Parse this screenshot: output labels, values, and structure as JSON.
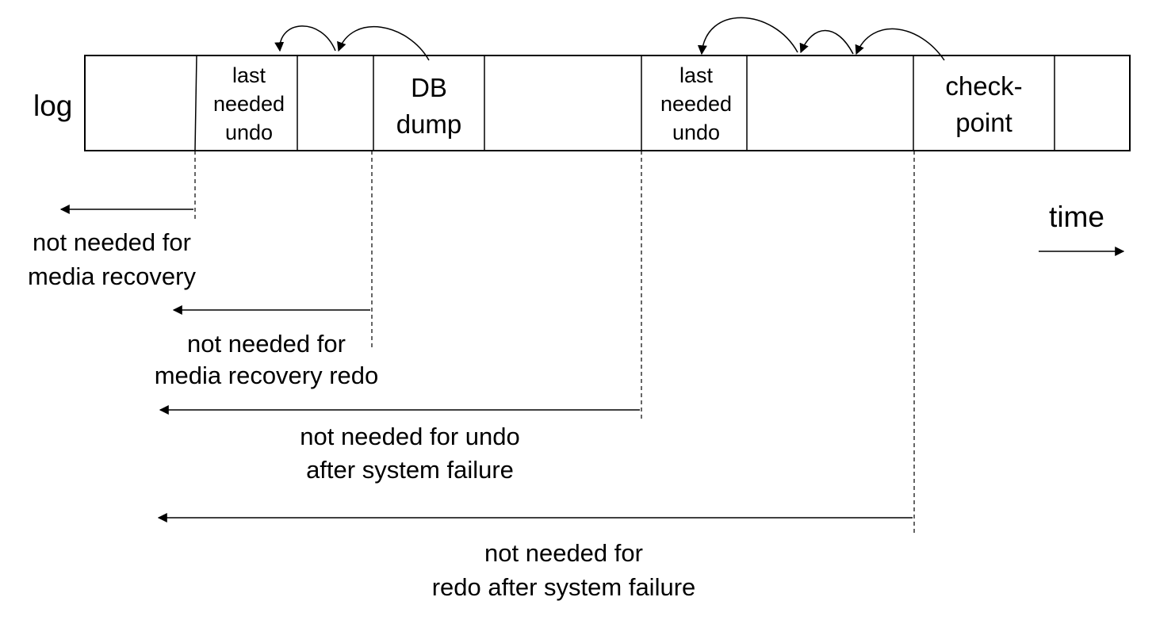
{
  "log_label": "log",
  "time_label": "time",
  "cells": {
    "undo1": [
      "last",
      "needed",
      "undo"
    ],
    "dump": [
      "DB",
      "dump"
    ],
    "undo2": [
      "last",
      "needed",
      "undo"
    ],
    "checkpoint": [
      "check-",
      "point"
    ]
  },
  "notes": {
    "media": [
      "not needed for",
      "media recovery"
    ],
    "media_redo": [
      "not needed for",
      "media recovery redo"
    ],
    "undo": [
      "not needed for undo",
      "after system failure"
    ],
    "redo": [
      "not needed for",
      "redo after system failure"
    ]
  },
  "colors": {
    "line": "#000000",
    "background": "#ffffff"
  }
}
